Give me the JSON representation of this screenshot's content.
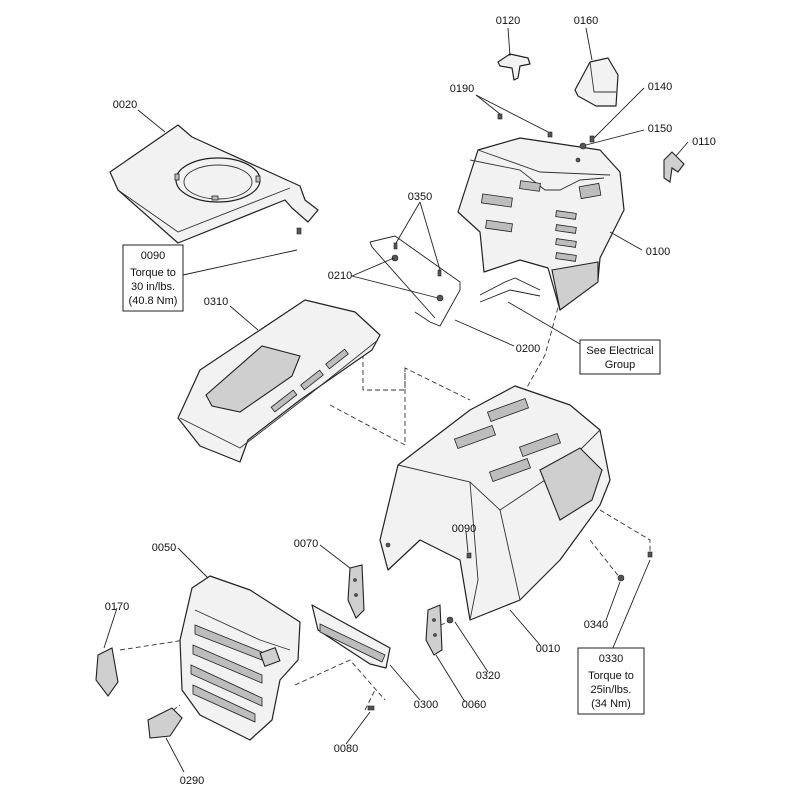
{
  "labels": {
    "p0010": "0010",
    "p0020": "0020",
    "p0050": "0050",
    "p0060": "0060",
    "p0070": "0070",
    "p0080": "0080",
    "p0090": "0090",
    "p0100": "0100",
    "p0110": "0110",
    "p0120": "0120",
    "p0140": "0140",
    "p0150": "0150",
    "p0160": "0160",
    "p0170": "0170",
    "p0190": "0190",
    "p0200": "0200",
    "p0210": "0210",
    "p0290": "0290",
    "p0300": "0300",
    "p0310": "0310",
    "p0320": "0320",
    "p0330": "0330",
    "p0340": "0340",
    "p0350": "0350"
  },
  "notes": {
    "n0090": {
      "number": "0090",
      "line1": "Torque to",
      "line2": "30 in/lbs.",
      "line3": "(40.8 Nm)"
    },
    "n0330": {
      "number": "0330",
      "line1": "Torque to",
      "line2": "25in/lbs.",
      "line3": "(34 Nm)"
    },
    "electrical": {
      "line1": "See Electrical",
      "line2": "Group"
    }
  }
}
